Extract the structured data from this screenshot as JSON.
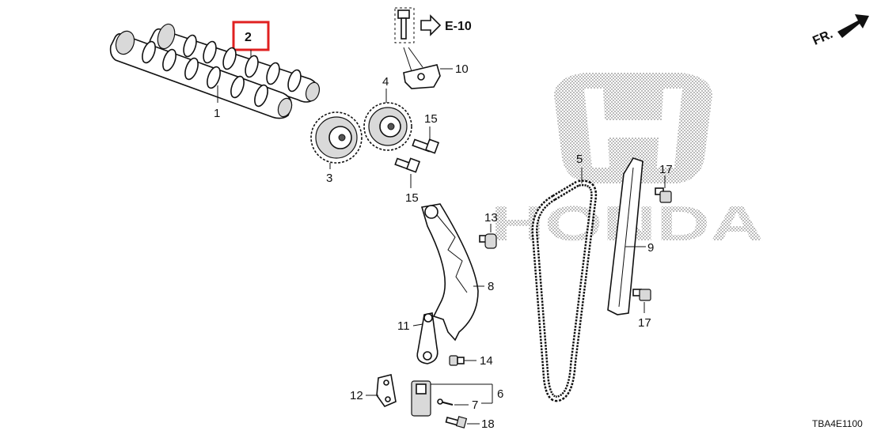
{
  "callouts": [
    {
      "id": "1",
      "text": "1"
    },
    {
      "id": "2",
      "text": "2"
    },
    {
      "id": "3",
      "text": "3"
    },
    {
      "id": "4",
      "text": "4"
    },
    {
      "id": "5",
      "text": "5"
    },
    {
      "id": "6",
      "text": "6"
    },
    {
      "id": "7",
      "text": "7"
    },
    {
      "id": "8",
      "text": "8"
    },
    {
      "id": "9",
      "text": "9"
    },
    {
      "id": "10",
      "text": "10"
    },
    {
      "id": "11",
      "text": "11"
    },
    {
      "id": "12",
      "text": "12"
    },
    {
      "id": "13",
      "text": "13"
    },
    {
      "id": "14",
      "text": "14"
    },
    {
      "id": "15a",
      "text": "15"
    },
    {
      "id": "15b",
      "text": "15"
    },
    {
      "id": "17a",
      "text": "17"
    },
    {
      "id": "17b",
      "text": "17"
    },
    {
      "id": "18",
      "text": "18"
    }
  ],
  "reference": {
    "text": "E-10"
  },
  "direction": {
    "text": "FR."
  },
  "diagram_code": {
    "text": "TBA4E1100"
  },
  "watermark": {
    "brand": "HONDA",
    "icon": "honda-h-logo"
  },
  "highlight": {
    "color": "#e02020",
    "part": "2"
  }
}
